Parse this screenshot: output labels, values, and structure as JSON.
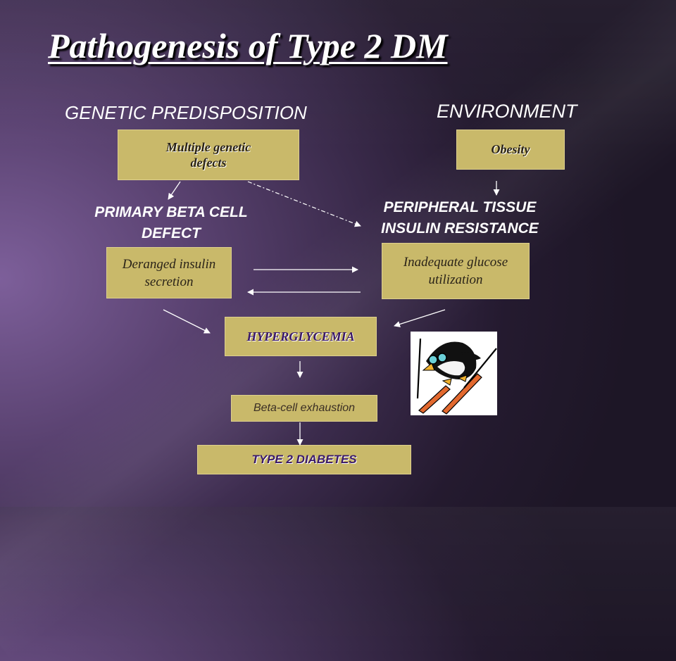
{
  "slide": {
    "title": "Pathogenesis of Type 2 DM",
    "headings": {
      "genetic": "GENETIC PREDISPOSITION",
      "environment": "ENVIRONMENT"
    },
    "subheadings": {
      "primary_line1": "PRIMARY BETA CELL",
      "primary_line2": "DEFECT",
      "peripheral_line1": "PERIPHERAL TISSUE",
      "peripheral_line2": "INSULIN RESISTANCE"
    },
    "boxes": {
      "genetic_line1": "Multiple genetic",
      "genetic_line2": "defects",
      "obesity": "Obesity",
      "deranged_line1": "Deranged insulin",
      "deranged_line2": "secretion",
      "inadequate_line1": "Inadequate glucose",
      "inadequate_line2": "utilization",
      "hyperglycemia": "HYPERGLYCEMIA",
      "exhaustion": "Beta-cell exhaustion",
      "type2": "TYPE 2 DIABETES"
    },
    "colors": {
      "box_fill": "#c9b96a",
      "emphasis_text": "#3b1a6a",
      "background_dark": "#1d1626",
      "background_light": "#7d5f9a"
    },
    "illustration": "penguin-skier-clipart"
  }
}
